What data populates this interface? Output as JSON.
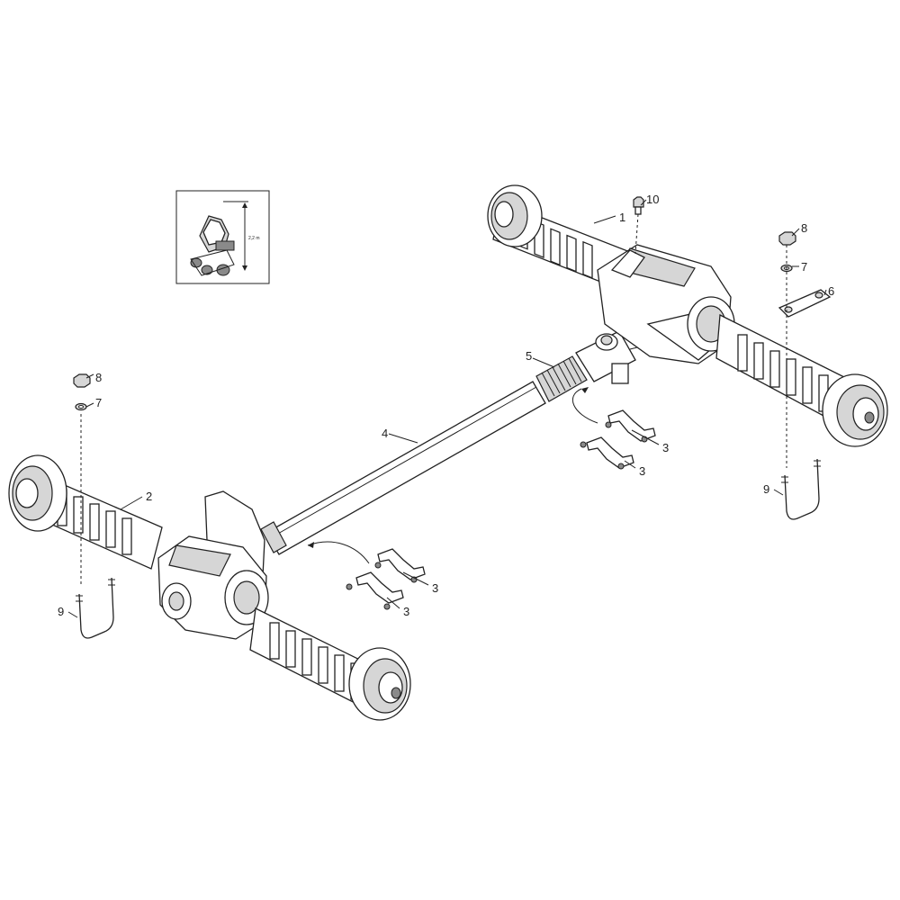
{
  "inset": {
    "dimension_label": "2,2 m"
  },
  "callouts": [
    {
      "id": "c1",
      "label": "1"
    },
    {
      "id": "c2",
      "label": "2"
    },
    {
      "id": "c3a",
      "label": "3"
    },
    {
      "id": "c3b",
      "label": "3"
    },
    {
      "id": "c3c",
      "label": "3"
    },
    {
      "id": "c3d",
      "label": "3"
    },
    {
      "id": "c4",
      "label": "4"
    },
    {
      "id": "c5",
      "label": "5"
    },
    {
      "id": "c6",
      "label": "6"
    },
    {
      "id": "c7a",
      "label": "7"
    },
    {
      "id": "c7b",
      "label": "7"
    },
    {
      "id": "c8a",
      "label": "8"
    },
    {
      "id": "c8b",
      "label": "8"
    },
    {
      "id": "c9a",
      "label": "9"
    },
    {
      "id": "c9b",
      "label": "9"
    },
    {
      "id": "c10",
      "label": "10"
    }
  ]
}
